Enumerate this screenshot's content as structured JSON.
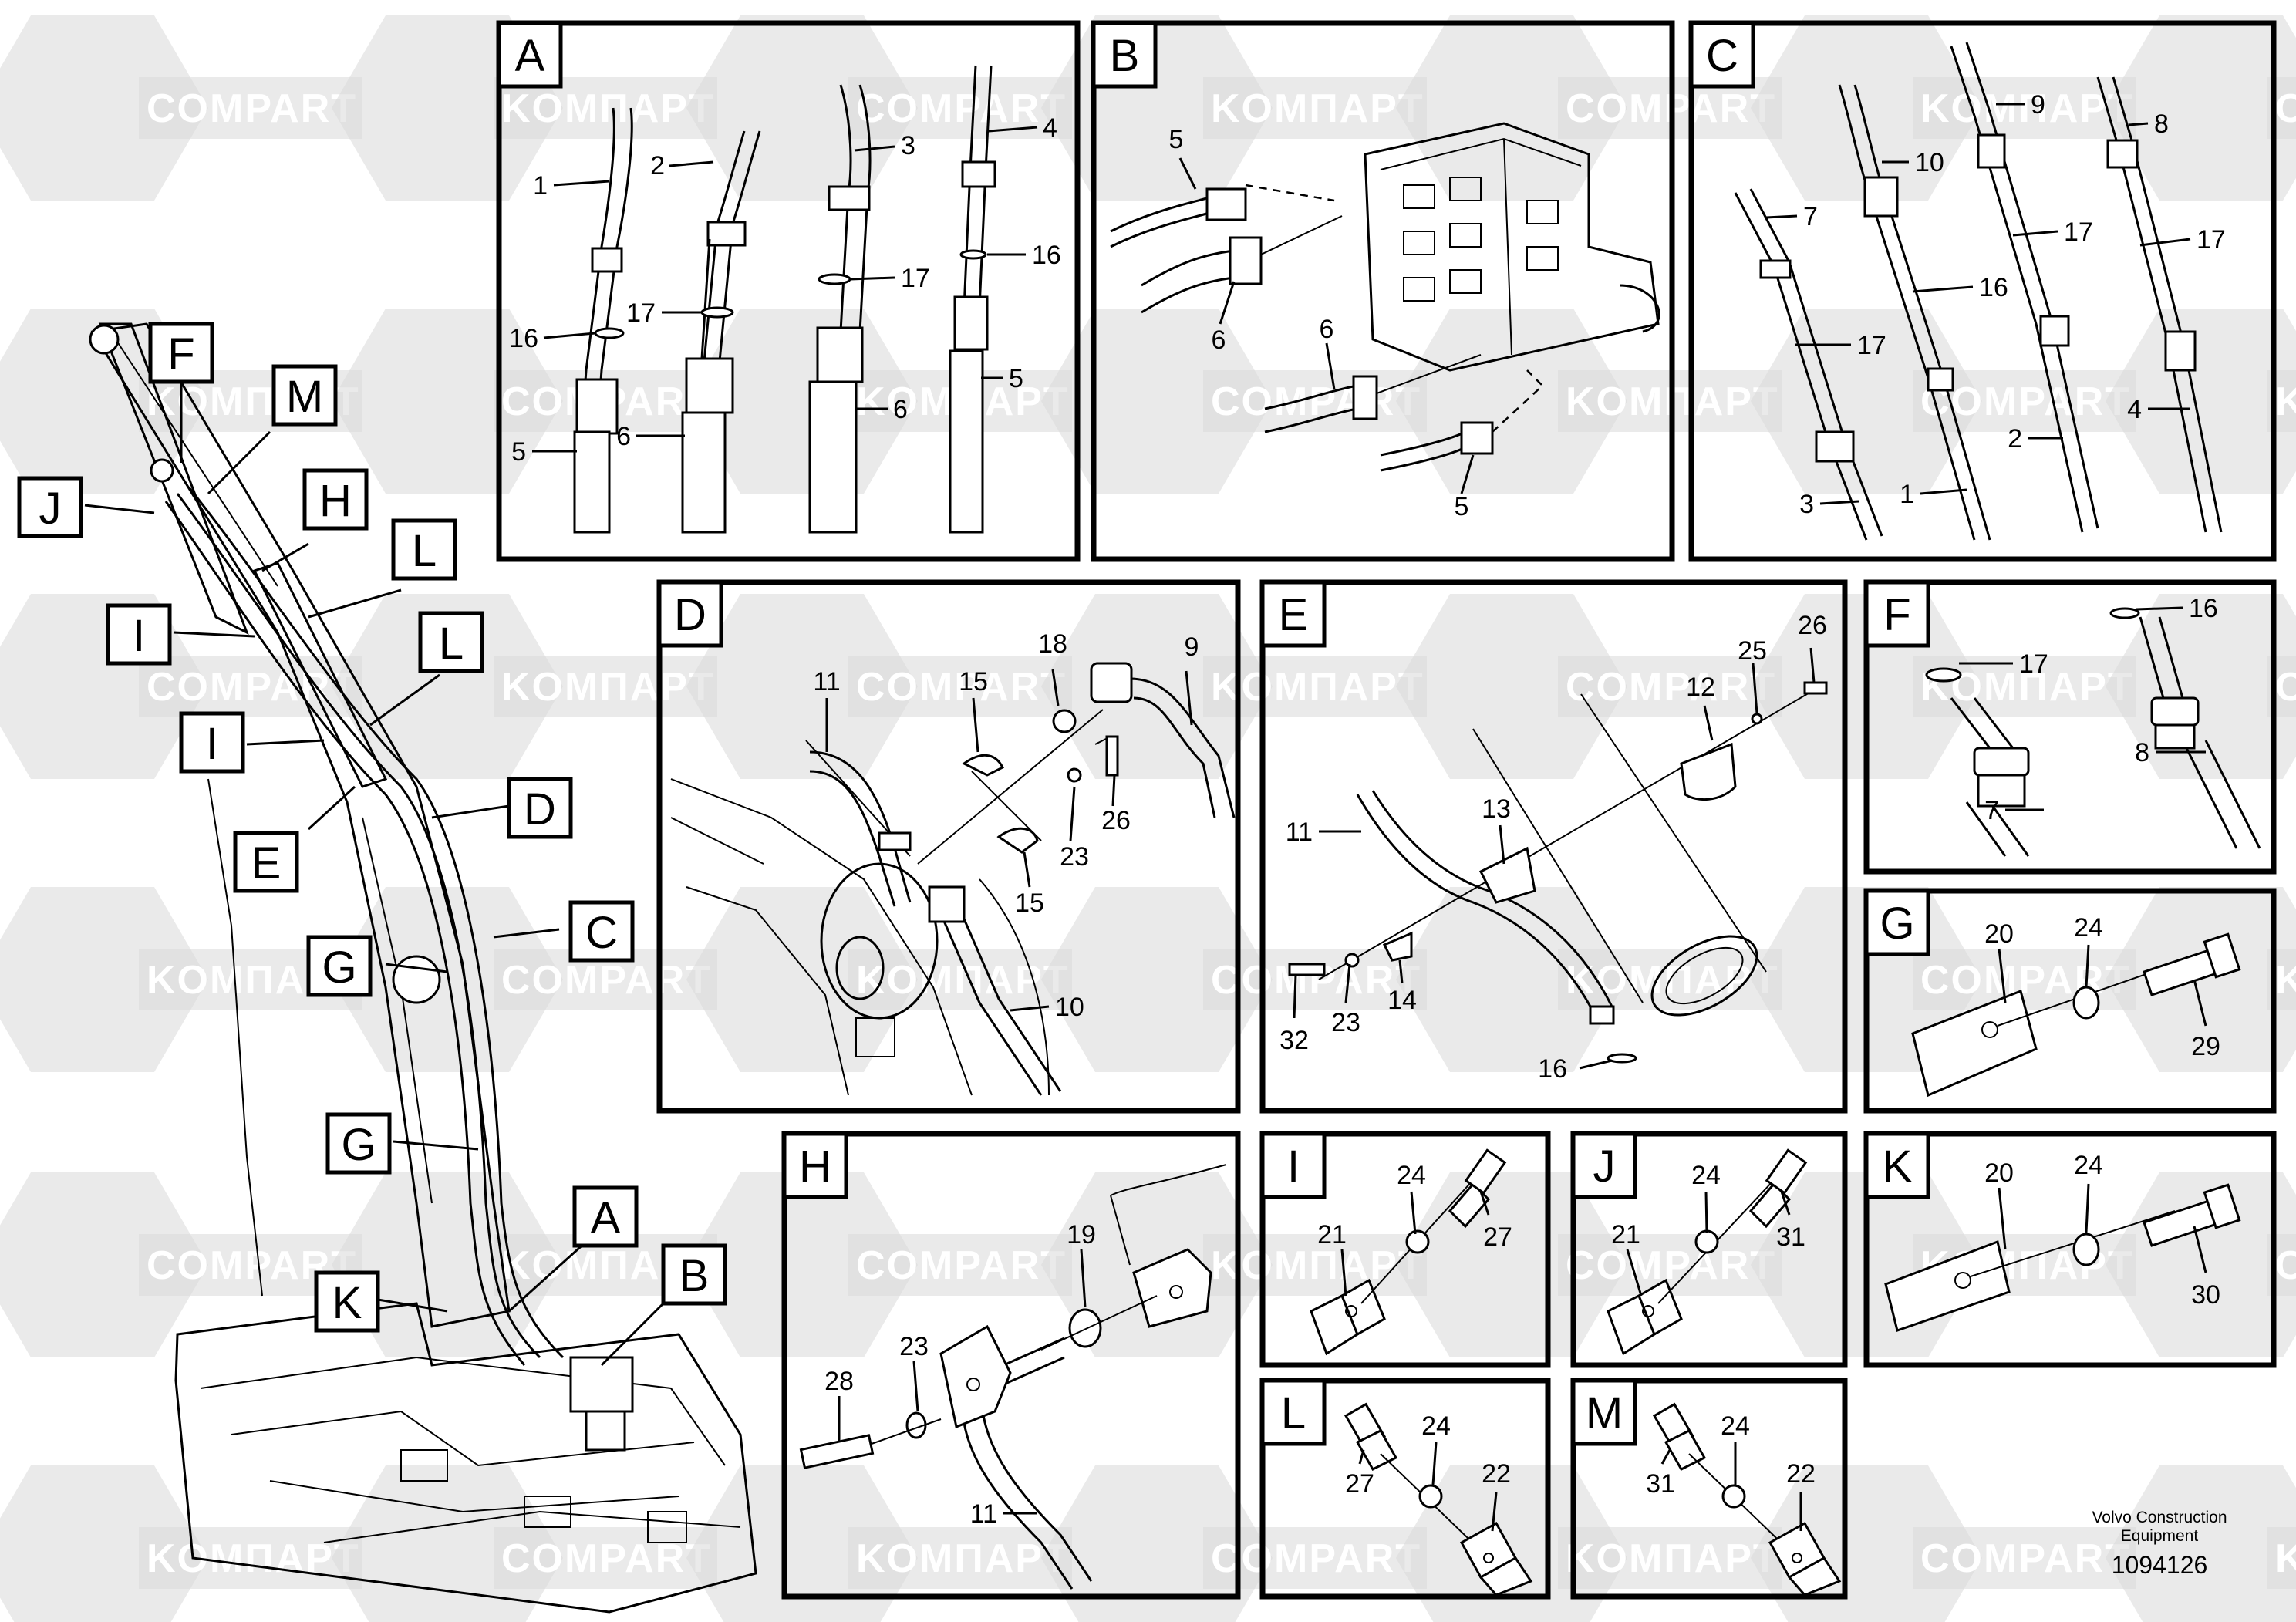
{
  "watermark": {
    "word1": "COMPART",
    "word2": "KOMПAPT"
  },
  "overview": {
    "tags": [
      "F",
      "M",
      "J",
      "H",
      "L",
      "I",
      "L",
      "I",
      "D",
      "E",
      "C",
      "G",
      "G",
      "A",
      "B",
      "K"
    ]
  },
  "panels": {
    "A": {
      "label": "A",
      "items": [
        "1",
        "2",
        "3",
        "4",
        "16",
        "17",
        "17",
        "16",
        "5",
        "6",
        "6",
        "5"
      ]
    },
    "B": {
      "label": "B",
      "items": [
        "5",
        "6",
        "6",
        "5"
      ]
    },
    "C": {
      "label": "C",
      "items": [
        "9",
        "8",
        "10",
        "7",
        "17",
        "17",
        "16",
        "17",
        "2",
        "4",
        "3",
        "1"
      ]
    },
    "D": {
      "label": "D",
      "items": [
        "18",
        "9",
        "11",
        "15",
        "26",
        "23",
        "15",
        "10"
      ]
    },
    "E": {
      "label": "E",
      "items": [
        "26",
        "25",
        "12",
        "13",
        "11",
        "32",
        "23",
        "14",
        "16"
      ]
    },
    "F": {
      "label": "F",
      "items": [
        "16",
        "17",
        "8",
        "7"
      ]
    },
    "G": {
      "label": "G",
      "items": [
        "20",
        "24",
        "29"
      ]
    },
    "H": {
      "label": "H",
      "items": [
        "19",
        "23",
        "28",
        "11"
      ]
    },
    "I": {
      "label": "I",
      "items": [
        "24",
        "21",
        "27"
      ]
    },
    "J": {
      "label": "J",
      "items": [
        "24",
        "21",
        "31"
      ]
    },
    "K": {
      "label": "K",
      "items": [
        "20",
        "24",
        "30"
      ]
    },
    "L": {
      "label": "L",
      "items": [
        "24",
        "27",
        "22"
      ]
    },
    "M": {
      "label": "M",
      "items": [
        "24",
        "31",
        "22"
      ]
    }
  },
  "footer": {
    "brand_line1": "Volvo Construction",
    "brand_line2": "Equipment",
    "drawing_number": "1094126"
  }
}
